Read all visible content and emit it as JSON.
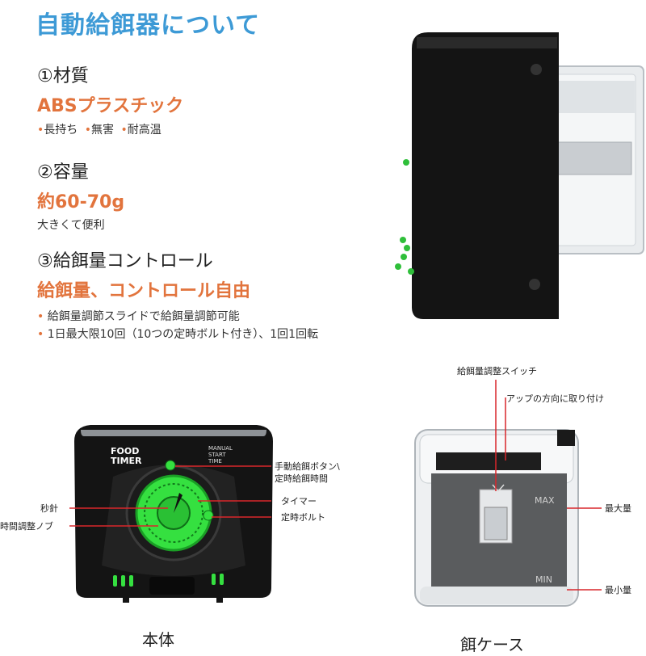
{
  "title": "自動給餌器について",
  "sections": [
    {
      "heading": "①材質",
      "highlight": "ABSプラスチック",
      "bullets": [
        "長持ち",
        "無害",
        "耐高温"
      ]
    },
    {
      "heading": "②容量",
      "highlight": "約60-70g",
      "note": "大きくて便利"
    },
    {
      "heading": "③給餌量コントロール",
      "highlight": "給餌量、コントロール自由",
      "lines": [
        "給餌量調節スライドで給餌量調節可能",
        "1日最大限10回（10つの定時ボルト付き）、1回1回転"
      ]
    }
  ],
  "unit": {
    "logo_line1": "FOOD",
    "logo_line2": "TIMER",
    "manual_line1": "MANUAL",
    "manual_line2": "START",
    "manual_line3": "TIME"
  },
  "body_labels": {
    "manual_button": "手動給餌ボタン\\",
    "manual_button_2": "定時給餌時間",
    "timer": "タイマー",
    "second_hand": "秒針",
    "timer_bolt": "定時ボルト",
    "time_knob": "時間調整ノブ"
  },
  "case_labels": {
    "switch": "給餌量調整スイッチ",
    "mount": "アップの方向に取り付け",
    "max_mark": "MAX",
    "min_mark": "MIN",
    "max_label": "最大量",
    "min_label": "最小量"
  },
  "captions": {
    "body": "本体",
    "case": "餌ケース"
  },
  "colors": {
    "title_blue": "#3d9ad6",
    "accent_orange": "#e2743d",
    "leader_red": "#d9262b",
    "timer_green": "#35e040"
  }
}
